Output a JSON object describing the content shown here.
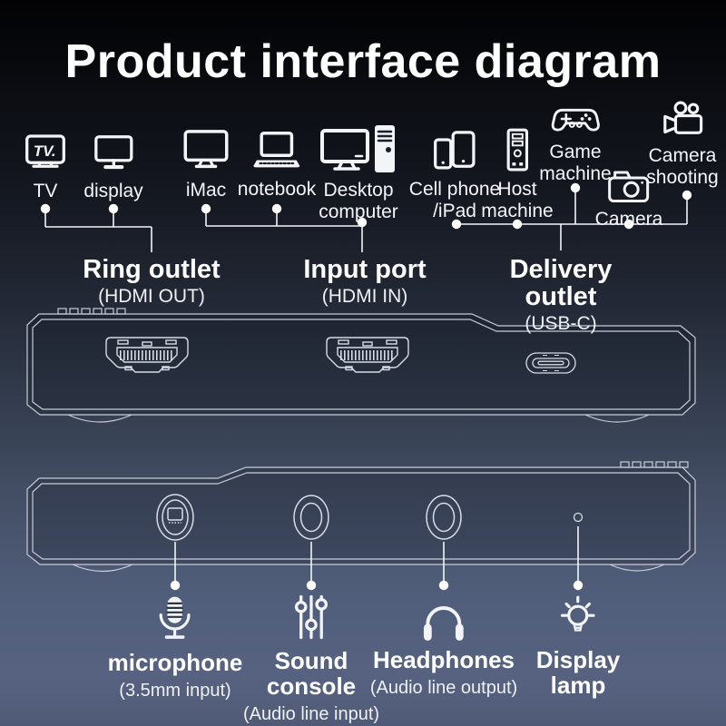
{
  "header": {
    "title": "Product interface diagram"
  },
  "source_devices": {
    "items": [
      {
        "icon": "tv-icon",
        "label": "TV"
      },
      {
        "icon": "display-icon",
        "label": "display"
      },
      {
        "icon": "imac-icon",
        "label": "iMac"
      },
      {
        "icon": "notebook-icon",
        "label": "notebook"
      },
      {
        "icon": "desktop-computer-icon",
        "label": "Desktop\ncomputer"
      },
      {
        "icon": "cellphone-ipad-icon",
        "label": "Cell phone\n/iPad"
      },
      {
        "icon": "host-machine-icon",
        "label": "Host\nmachine"
      },
      {
        "icon": "game-machine-icon",
        "label": "Game\nmachine"
      },
      {
        "icon": "camera-icon",
        "label": "Camera"
      },
      {
        "icon": "camera-shooting-icon",
        "label": "Camera\nshooting"
      }
    ]
  },
  "ports_top": {
    "ring_outlet": {
      "title": "Ring outlet",
      "subtitle": "(HDMI OUT)"
    },
    "input_port": {
      "title": "Input port",
      "subtitle": "(HDMI IN)"
    },
    "delivery_outlet": {
      "title": "Delivery outlet",
      "subtitle": "(USB-C)"
    }
  },
  "ports_bottom": {
    "microphone": {
      "icon": "microphone-icon",
      "title": "microphone",
      "subtitle": "(3.5mm input)"
    },
    "sound_console": {
      "icon": "sound-console-icon",
      "title": "Sound\nconsole",
      "subtitle": "(Audio line input)"
    },
    "headphones": {
      "icon": "headphones-icon",
      "title": "Headphones",
      "subtitle": "(Audio line output)"
    },
    "display_lamp": {
      "icon": "display-lamp-icon",
      "title": "Display\nlamp"
    }
  },
  "colors": {
    "background_top": "#020204",
    "background_bottom": "#566280",
    "text": "#ffffff",
    "connector_line": "#f2f4f7",
    "device_outline": "#c6ccd8",
    "port_outline": "#d8dce5"
  }
}
